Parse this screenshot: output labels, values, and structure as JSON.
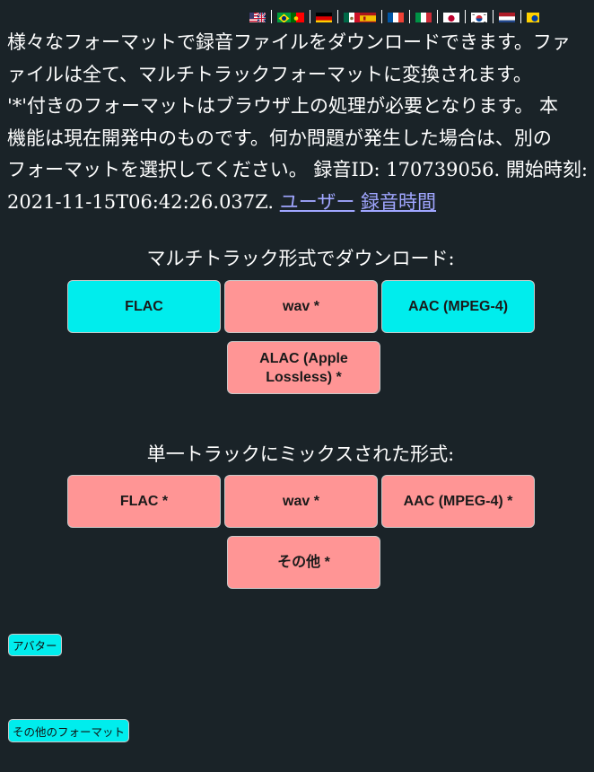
{
  "flags": [
    {
      "icon": "us-uk-flag-icon"
    },
    {
      "icon": "br-pt-flag-icon"
    },
    {
      "icon": "de-flag-icon"
    },
    {
      "icon": "mx-es-flag-icon"
    },
    {
      "icon": "fr-flag-icon"
    },
    {
      "icon": "it-flag-icon"
    },
    {
      "icon": "jp-flag-icon"
    },
    {
      "icon": "kr-flag-icon"
    },
    {
      "icon": "nl-flag-icon"
    },
    {
      "icon": "partial-flag-icon"
    }
  ],
  "intro": {
    "line1": "様々なフォーマットで録音ファイルをダウンロードできます。ファ",
    "line2": "ァイルは全て、マルチトラックフォーマットに変換されます。",
    "line3": "'*'付きのフォーマットはブラウザ上の処理が必要となります。 本",
    "line4": "機能は現在開発中のものです。何か問題が発生した場合は、別の",
    "line5": "フォーマットを選択してください。 録音ID: 170739056. 開始時刻:",
    "line6_prefix": "2021-11-15T06:42:26.037Z. ",
    "user_link": "ユーザー",
    "time_link": "録音時間"
  },
  "multitrack": {
    "heading": "マルチトラック形式でダウンロード:",
    "flac": "FLAC",
    "wav": "wav *",
    "aac": "AAC (MPEG-4)",
    "alac": "ALAC (Apple Lossless) *"
  },
  "mixed": {
    "heading": "単一トラックにミックスされた形式:",
    "flac": "FLAC *",
    "wav": "wav *",
    "aac": "AAC (MPEG-4) *",
    "other": "その他 *"
  },
  "buttons": {
    "avatar": "アバター",
    "other_formats": "その他のフォーマット"
  },
  "colors": {
    "background": "#1a2328",
    "cyan": "#00eded",
    "pink": "#ff9595",
    "link": "#a0a6ff"
  }
}
